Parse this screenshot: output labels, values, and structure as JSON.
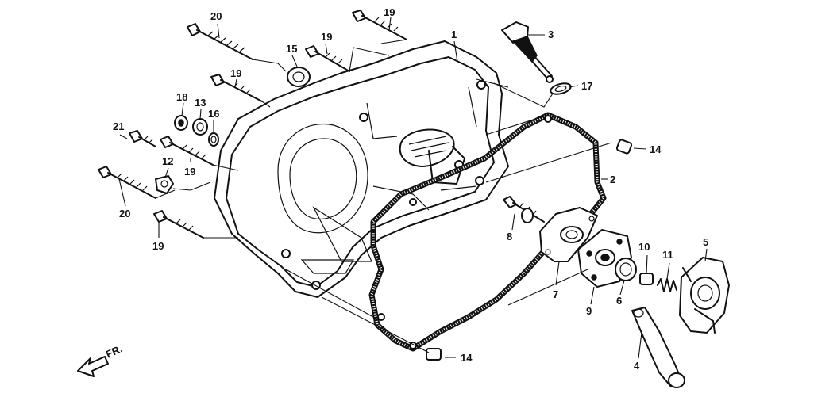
{
  "callouts": {
    "c1": "1",
    "c2": "2",
    "c3": "3",
    "c4": "4",
    "c5": "5",
    "c6": "6",
    "c7": "7",
    "c8": "8",
    "c9": "9",
    "c10": "10",
    "c11": "11",
    "c12": "12",
    "c13": "13",
    "c14a": "14",
    "c14b": "14",
    "c15": "15",
    "c16": "16",
    "c17": "17",
    "c18": "18",
    "c19a": "19",
    "c19b": "19",
    "c19c": "19",
    "c19d": "19",
    "c19e": "19",
    "c20a": "20",
    "c20b": "20",
    "c21": "21"
  },
  "direction_label": "FR."
}
